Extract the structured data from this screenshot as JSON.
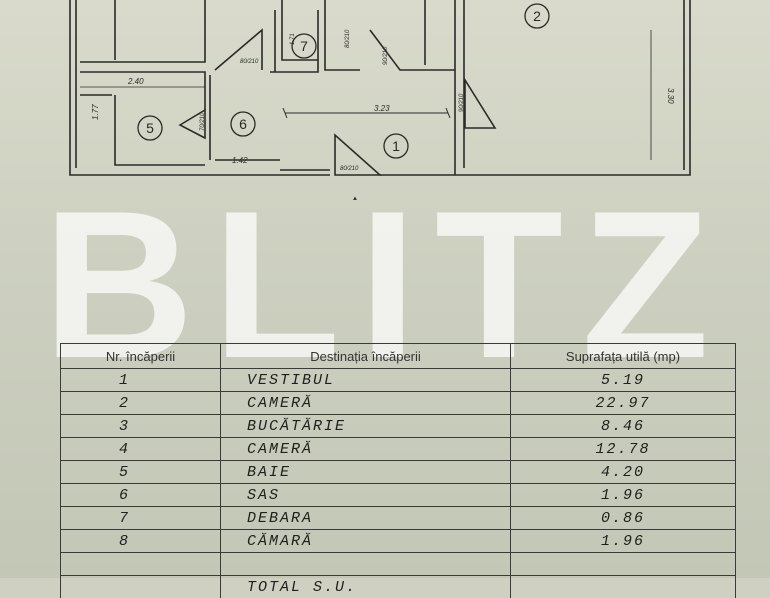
{
  "watermark": "BLITZ",
  "plan": {
    "room_numbers": [
      "1",
      "2",
      "5",
      "6",
      "7"
    ],
    "dimensions": [
      "2.40",
      "1.77",
      "3.23",
      "1.42",
      "3.30",
      "80/210",
      "90/210",
      "80/210",
      "70/210",
      "90/210",
      "80/210",
      "1.71"
    ]
  },
  "table": {
    "headers": [
      "Nr. încăperii",
      "Destinația încăperii",
      "Suprafața utilă (mp)"
    ],
    "rows": [
      {
        "nr": "1",
        "dest": "VESTIBUL",
        "area": "5.19"
      },
      {
        "nr": "2",
        "dest": "CAMERĂ",
        "area": "22.97"
      },
      {
        "nr": "3",
        "dest": "BUCĂTĂRIE",
        "area": "8.46"
      },
      {
        "nr": "4",
        "dest": "CAMERĂ",
        "area": "12.78"
      },
      {
        "nr": "5",
        "dest": "BAIE",
        "area": "4.20"
      },
      {
        "nr": "6",
        "dest": "SAS",
        "area": "1.96"
      },
      {
        "nr": "7",
        "dest": "DEBARA",
        "area": "0.86"
      },
      {
        "nr": "8",
        "dest": "CĂMARĂ",
        "area": "1.96"
      }
    ],
    "total_label": "TOTAL S.U."
  }
}
